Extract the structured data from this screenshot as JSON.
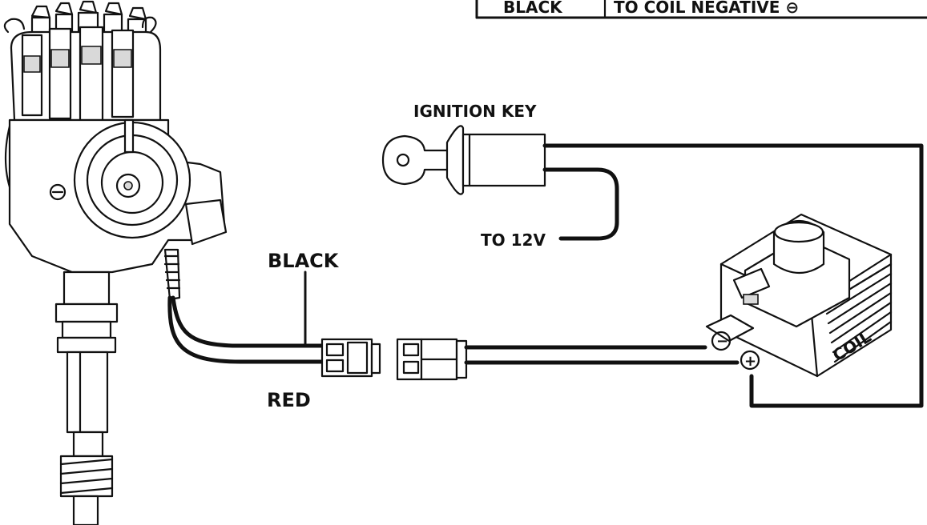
{
  "table": {
    "wire_color": "BLACK",
    "connection": "TO COIL NEGATIVE ⊖"
  },
  "labels": {
    "ignition_key": "IGNITION KEY",
    "to_12v": "TO 12V",
    "black": "BLACK",
    "red": "RED",
    "coil": "COIL",
    "coil_negative": "−",
    "coil_positive": "+"
  },
  "colors": {
    "ink": "#111111",
    "paper": "#ffffff"
  },
  "icons": [
    "distributor-illustration",
    "ignition-key-icon",
    "ignition-switch-icon",
    "wire-connector-plug",
    "ignition-coil-illustration"
  ]
}
